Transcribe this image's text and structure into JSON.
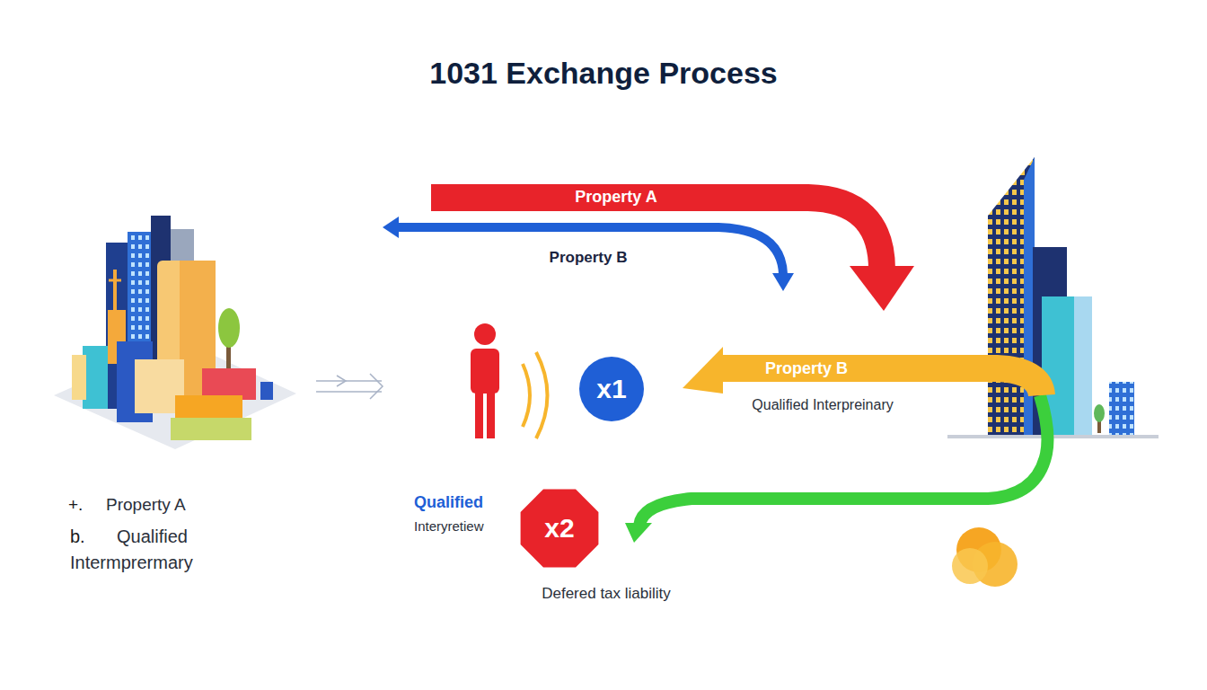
{
  "diagram": {
    "title": "1031 Exchange Process",
    "nodes": [
      {
        "text": [
          "x1"
        ]
      },
      {
        "text": [
          "x2"
        ]
      }
    ],
    "labels": [
      "Property A",
      "Property B",
      "Property B",
      "Qualified Interpreinary",
      "Qualified",
      "Interyretiew",
      "Defered tax liability",
      "+.",
      "Property A",
      "b.",
      "Qualified",
      "Intermprermary"
    ]
  }
}
